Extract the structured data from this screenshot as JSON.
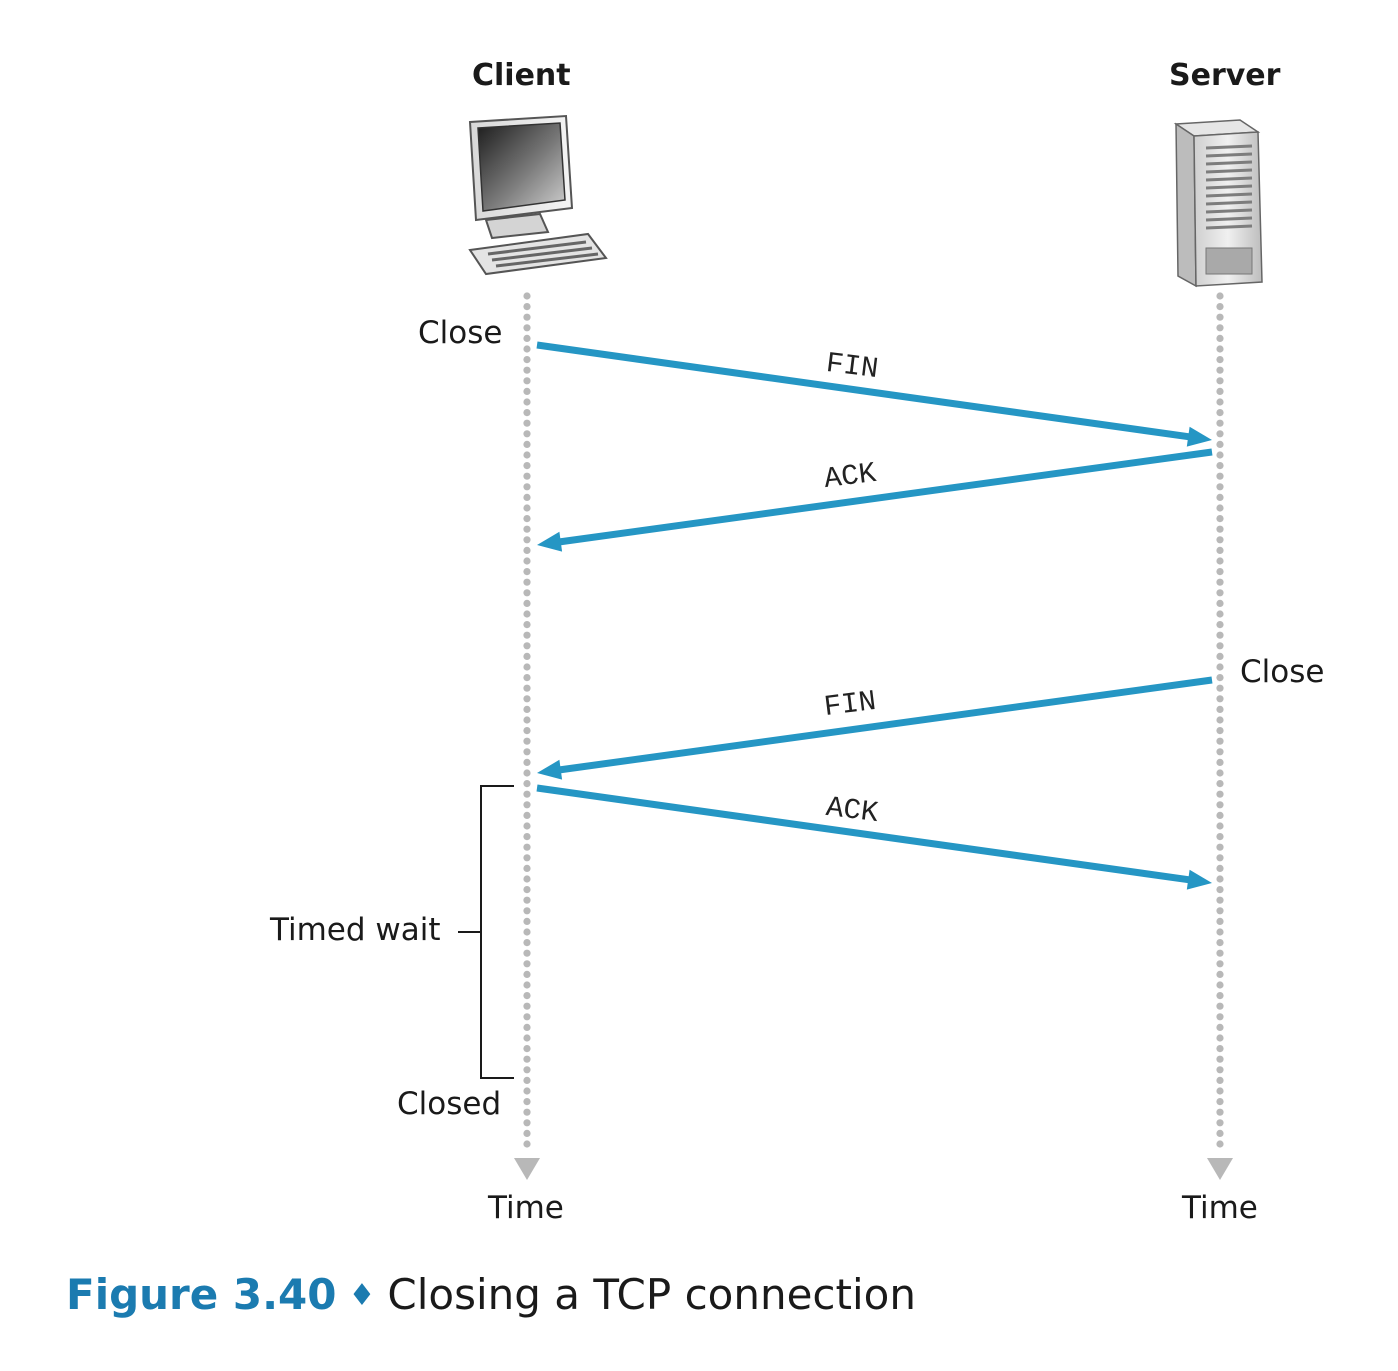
{
  "figure": {
    "number_label": "Figure 3.40",
    "separator": "♦",
    "caption": "Closing a TCP connection"
  },
  "hosts": {
    "client": {
      "label": "Client",
      "time_label": "Time"
    },
    "server": {
      "label": "Server",
      "time_label": "Time"
    }
  },
  "events": {
    "client_close": "Close",
    "server_close": "Close",
    "timed_wait": "Timed wait",
    "closed": "Closed"
  },
  "messages": [
    {
      "label": "FIN",
      "from": "client",
      "to": "server"
    },
    {
      "label": "ACK",
      "from": "server",
      "to": "client"
    },
    {
      "label": "FIN",
      "from": "server",
      "to": "client"
    },
    {
      "label": "ACK",
      "from": "client",
      "to": "server"
    }
  ],
  "colors": {
    "arrow": "#2596c4",
    "timeline": "#b8b8b8",
    "caption_accent": "#1b7bb0"
  },
  "icons": {
    "client": "desktop-computer-icon",
    "server": "server-tower-icon"
  }
}
